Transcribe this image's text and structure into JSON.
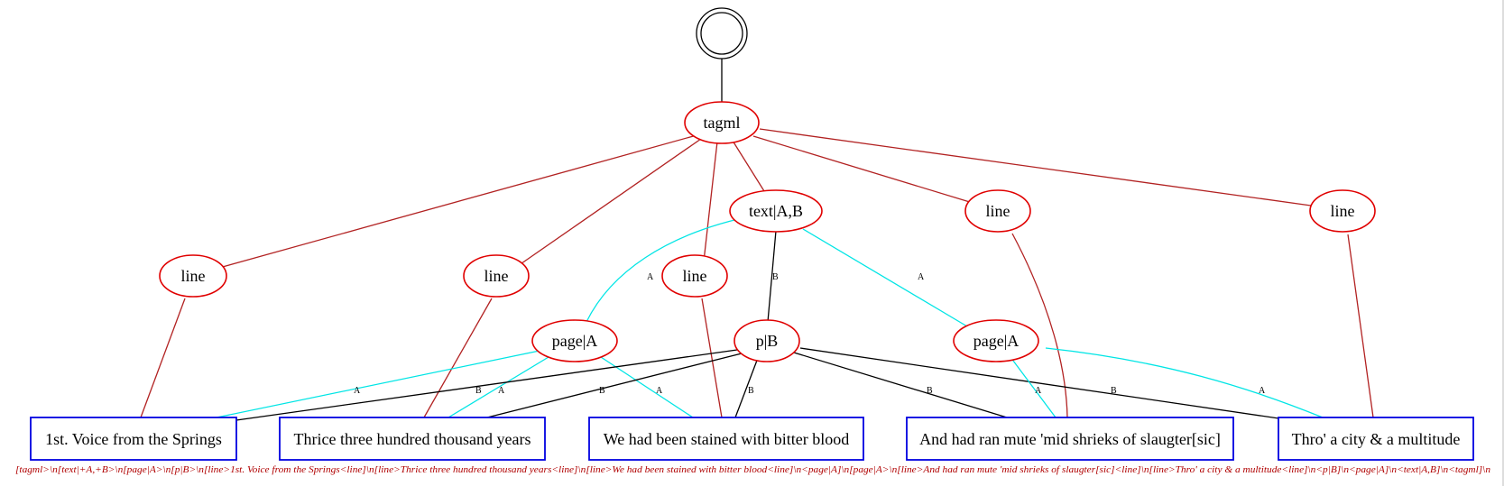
{
  "diagram": {
    "root": {
      "label": ""
    },
    "nodes": {
      "tagml": "tagml",
      "text": "text|A,B",
      "line1": "line",
      "line2": "line",
      "line3": "line",
      "line4": "line",
      "line5": "line",
      "pageA1": "page|A",
      "pB": "p|B",
      "pageA2": "page|A"
    },
    "texts": {
      "t1": "1st. Voice from the Springs",
      "t2": "Thrice three hundred thousand years",
      "t3": "We had been stained with bitter blood",
      "t4": "And had ran mute 'mid shrieks of slaugter[sic]",
      "t5": "Thro' a city & a multitude"
    },
    "edge_labels": {
      "text_pageA1": "A",
      "text_pB": "B",
      "text_pageA2": "A",
      "pageA1_t1": "A",
      "pageA1_t2": "A",
      "pageA1_t3": "A",
      "pB_t1": "B",
      "pB_t2": "B",
      "pB_t3": "B",
      "pB_t4": "B",
      "pB_t5": "B",
      "pageA2_t4": "A",
      "pageA2_t5": "A"
    },
    "caption": "[tagml>\\n[text|+A,+B>\\n[page|A>\\n[p|B>\\n[line>1st. Voice from the Springs<line]\\n[line>Thrice three hundred thousand years<line]\\n[line>We had been stained with bitter blood<line]\\n<page|A]\\n[page|A>\\n[line>And had ran mute 'mid shrieks of slaugter[sic]<line]\\n[line>Thro' a city & a multitude<line]\\n<p|B]\\n<page|A]\\n<text|A,B]\\n<tagml]\\n"
  },
  "colors": {
    "element_node": "#e00000",
    "text_node": "#0000e0",
    "hierarchy_edge": "#b22222",
    "layer_a_edge": "#00e5e5",
    "layer_b_edge": "#000000",
    "caption": "#b00000"
  }
}
